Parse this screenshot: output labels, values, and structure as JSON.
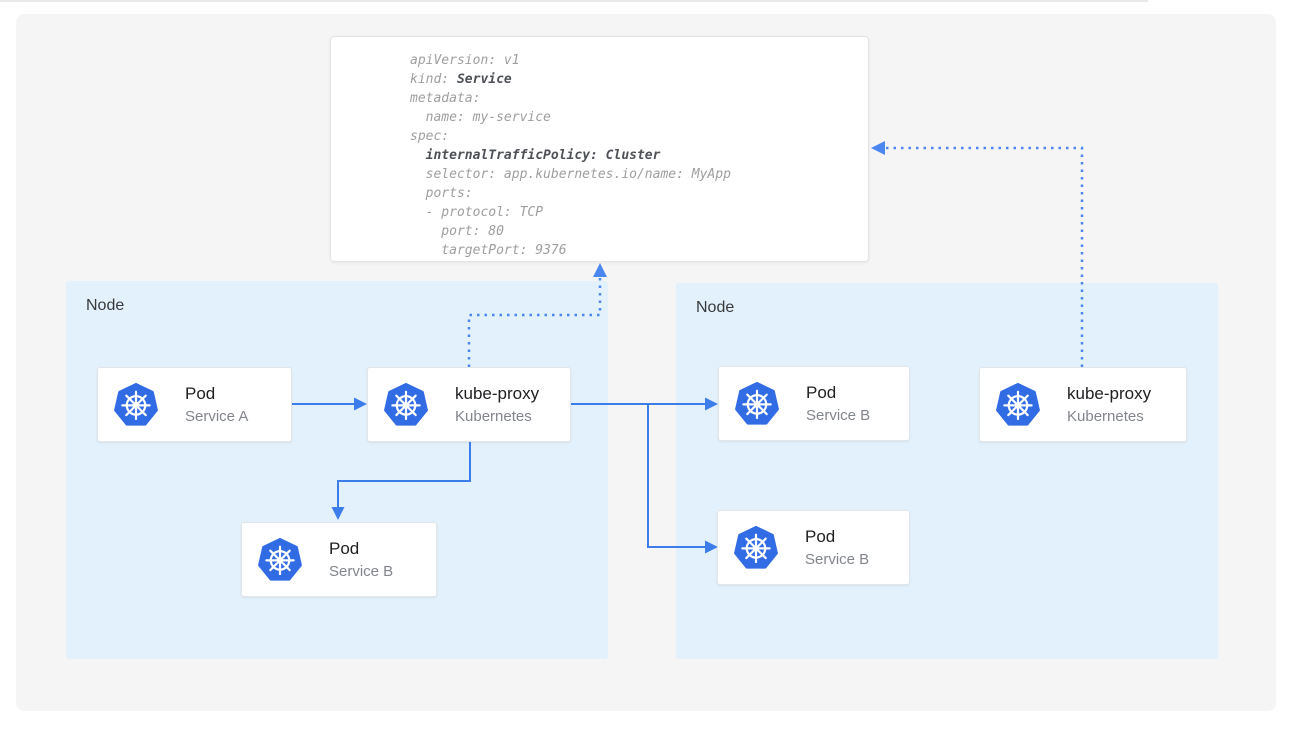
{
  "colors": {
    "canvas_bg": "#f5f5f6",
    "node_bg": "#e3f1fd",
    "card_bg": "#ffffff",
    "card_border": "#e3e5e8",
    "arrow_solid": "#3d7de9",
    "arrow_dotted": "#4b87ee",
    "kubernetes_blue": "#326ce5",
    "title_text": "#212124",
    "subtitle_text": "#82868c",
    "node_label_text": "#38393b",
    "code_text": "#9e9ea1",
    "code_bold_text": "#4d5156"
  },
  "yaml_card": {
    "lines": [
      [
        {
          "t": "apiVersion: v1"
        }
      ],
      [
        {
          "t": "kind: "
        },
        {
          "t": "Service",
          "b": true
        }
      ],
      [
        {
          "t": "metadata:"
        }
      ],
      [
        {
          "t": "  name: my-service"
        }
      ],
      [
        {
          "t": "spec:"
        }
      ],
      [
        {
          "t": "  "
        },
        {
          "t": "internalTrafficPolicy: Cluster",
          "b": true
        }
      ],
      [
        {
          "t": "  selector: app.kubernetes.io/name: MyApp"
        }
      ],
      [
        {
          "t": "  ports:"
        }
      ],
      [
        {
          "t": "  - protocol: TCP"
        }
      ],
      [
        {
          "t": "    port: 80"
        }
      ],
      [
        {
          "t": "    targetPort: 9376"
        }
      ]
    ]
  },
  "nodes": {
    "left": {
      "label": "Node"
    },
    "right": {
      "label": "Node"
    }
  },
  "cards": {
    "pod_a": {
      "title": "Pod",
      "subtitle": "Service A"
    },
    "kube_proxy_left": {
      "title": "kube-proxy",
      "subtitle": "Kubernetes"
    },
    "pod_b_left": {
      "title": "Pod",
      "subtitle": "Service B"
    },
    "pod_b_right_top": {
      "title": "Pod",
      "subtitle": "Service B"
    },
    "pod_b_right_bottom": {
      "title": "Pod",
      "subtitle": "Service B"
    },
    "kube_proxy_right": {
      "title": "kube-proxy",
      "subtitle": "Kubernetes"
    }
  },
  "icons": {
    "kubernetes": "kubernetes-helm-wheel-icon"
  }
}
